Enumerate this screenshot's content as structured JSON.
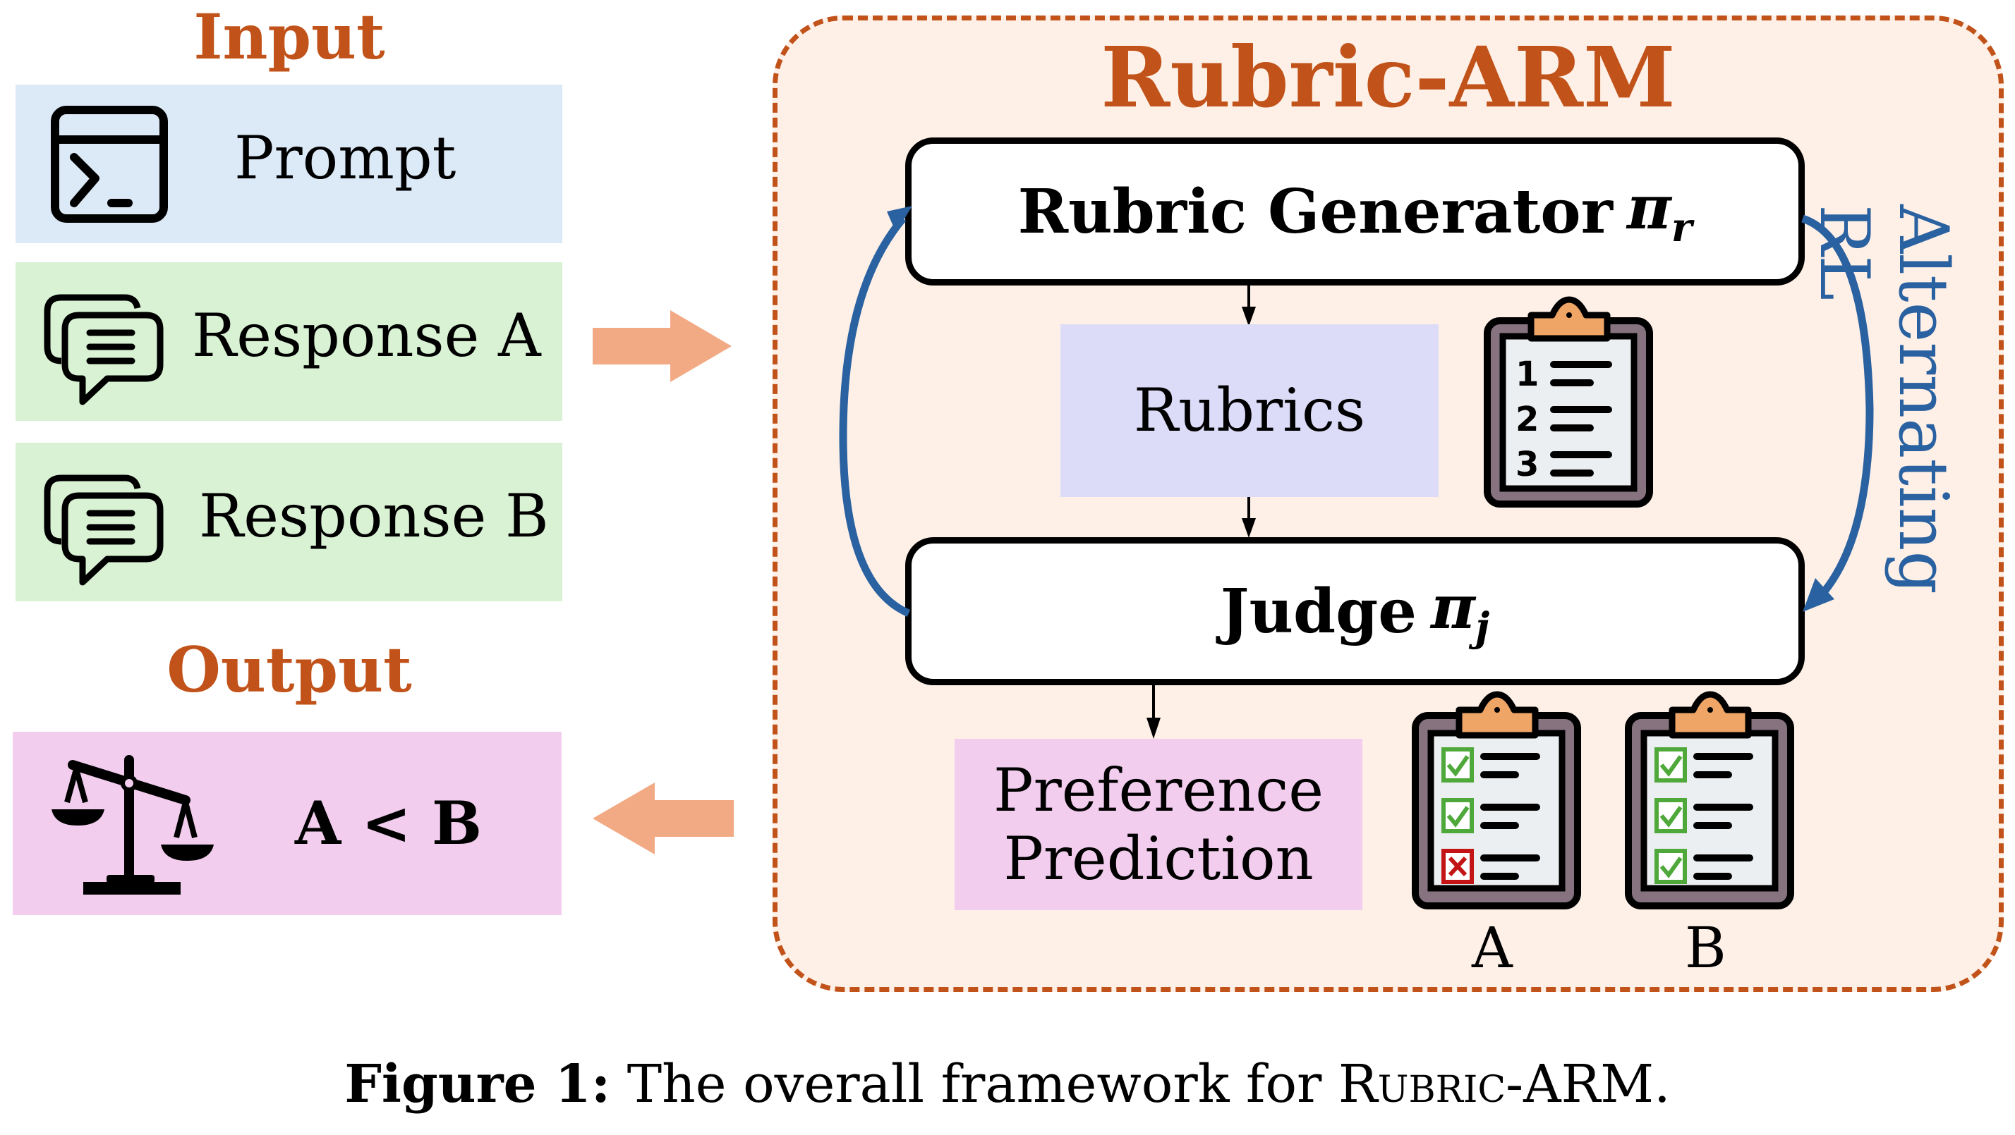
{
  "input": {
    "title": "Input",
    "items": [
      {
        "label": "Prompt",
        "icon": "terminal-window-icon",
        "color": "#dce9f7"
      },
      {
        "label": "Response A",
        "icon": "chat-bubbles-icon",
        "color": "#d9f2d4"
      },
      {
        "label": "Response B",
        "icon": "chat-bubbles-icon",
        "color": "#d9f2d4"
      }
    ]
  },
  "output": {
    "title": "Output",
    "result": "A < B",
    "icon": "scale-icon",
    "color": "#f2cdee"
  },
  "framework": {
    "title": "Rubric-ARM",
    "border_color": "#c1531a",
    "background": "#fef0e7",
    "rubric_generator": {
      "label": "Rubric Generator",
      "symbol": "π",
      "subscript": "r"
    },
    "rubrics": {
      "label": "Rubrics",
      "color": "#dcdcf8",
      "icon": "numbered-clipboard-icon",
      "numbers": [
        "1",
        "2",
        "3"
      ]
    },
    "judge": {
      "label": "Judge",
      "symbol": "π",
      "subscript": "j"
    },
    "preference": {
      "label_line1": "Preference",
      "label_line2": "Prediction",
      "color": "#f2cdee"
    },
    "checklists": [
      {
        "label": "A",
        "marks": [
          "check",
          "check",
          "cross"
        ]
      },
      {
        "label": "B",
        "marks": [
          "check",
          "check",
          "check"
        ]
      }
    ],
    "loop_label": "Alternating RL",
    "loop_color": "#2a61a0"
  },
  "arrows": {
    "color": "#f2aa85"
  },
  "caption": {
    "prefix": "Figure 1:",
    "text": "The overall framework for",
    "name": "Rubric-ARM",
    "suffix": "."
  }
}
